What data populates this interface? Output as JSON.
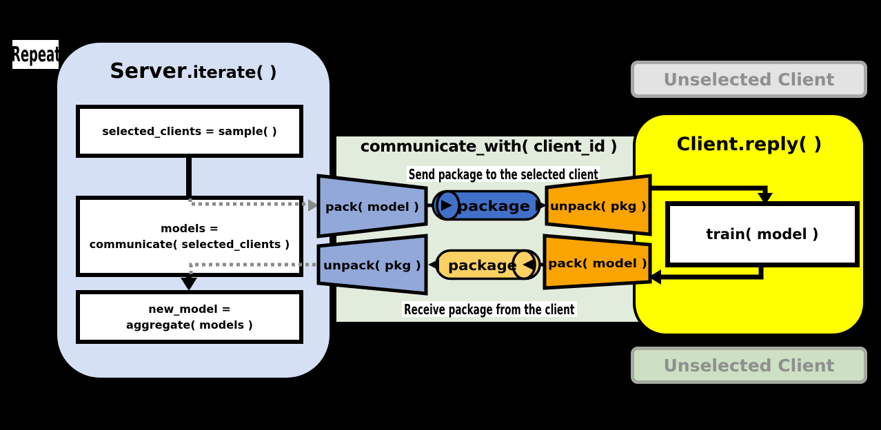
{
  "repeat_label": "Repeat",
  "server": {
    "title_name": "Server",
    "title_method": ".iterate( )",
    "step_sample": "selected_clients = sample( )",
    "step_communicate": "models =\ncommunicate( selected_clients )",
    "step_aggregate": "new_model =\naggregate( models )",
    "pack_label": "pack( model )",
    "unpack_label": "unpack( pkg )"
  },
  "communicate": {
    "title": "communicate_with( client_id )",
    "send_note": "Send package to the selected client",
    "receive_note": "Receive package from the client",
    "package_to_client": "package",
    "package_to_server": "package"
  },
  "client": {
    "title": "Client.reply( )",
    "train_label": "train( model )",
    "unpack_label": "unpack( pkg )",
    "pack_label": "pack( model )",
    "unselected_top": "Unselected Client",
    "unselected_bottom": "Unselected Client"
  },
  "colors": {
    "background": "#000000",
    "server_fill": "#d6e0f4",
    "green_panel_fill": "#e2ecdc",
    "client_fill": "#ffff00",
    "blue_shape": "#91a8d8",
    "blue_package": "#4070c8",
    "orange_shape": "#f9a400",
    "gold_package": "#fbd163",
    "unselected_top_fill": "#e3e3e3",
    "unselected_bottom_fill": "#cde0c3",
    "unselected_border": "#a8a8a8",
    "unselected_text": "#8f8f8f",
    "dotted_arrow": "#8a8a8a"
  }
}
